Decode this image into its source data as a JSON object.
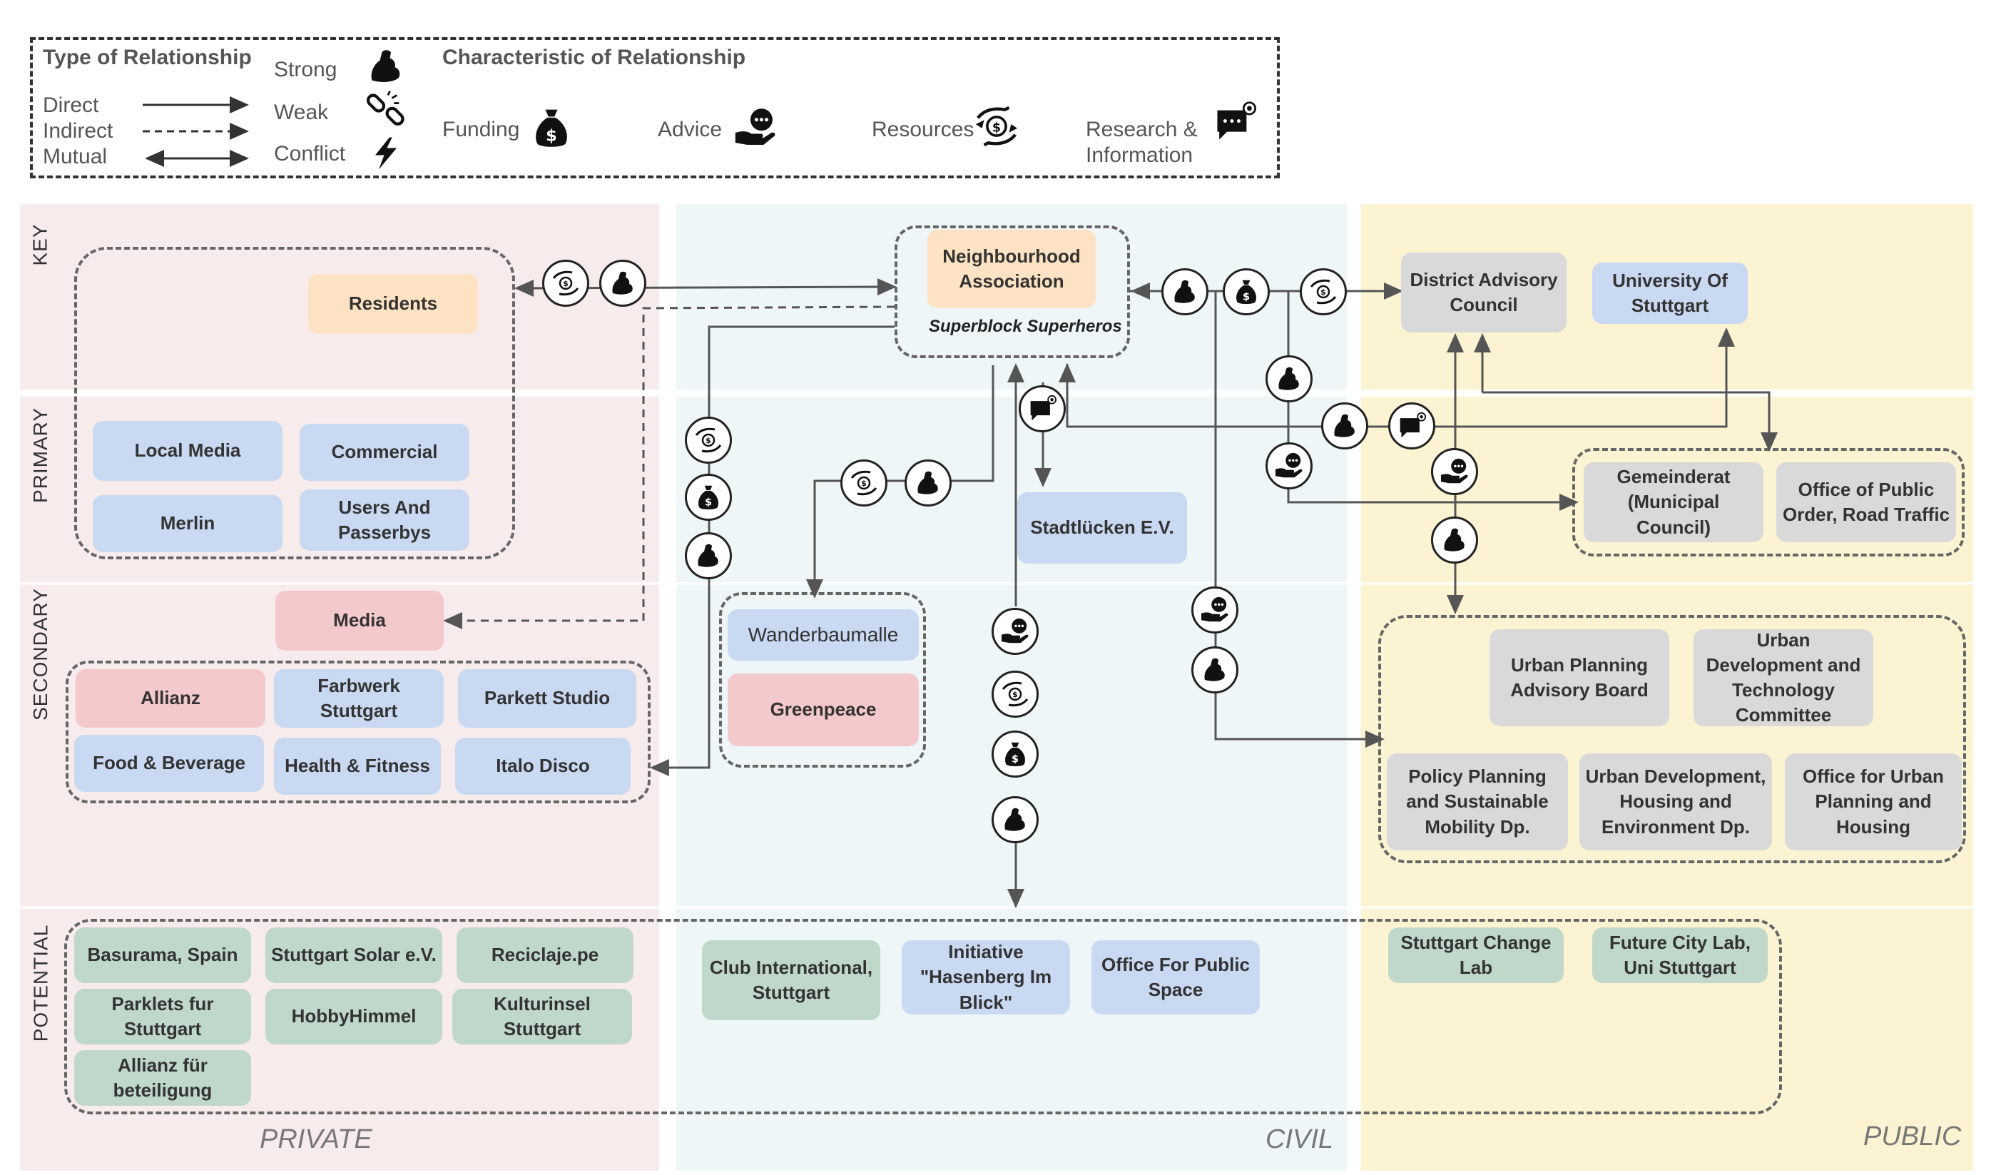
{
  "colors": {
    "private_bg": "#f8ebeb",
    "civil_bg": "#eef6f8",
    "public_bg": "#fcf3d3",
    "orange": "#fde3c3",
    "blue": "#c9d9f2",
    "pink": "#f4c9cc",
    "grey": "#d9d9d9",
    "green": "#bfd8c9"
  },
  "legend": {
    "type_title": "Type of Relationship",
    "direct": "Direct",
    "indirect": "Indirect",
    "mutual": "Mutual",
    "strong": "Strong",
    "weak": "Weak",
    "conflict": "Conflict",
    "char_title": "Characteristic of Relationship",
    "funding": "Funding",
    "advice": "Advice",
    "resources": "Resources",
    "research_line1": "Research &",
    "research_line2": "Information",
    "icons": [
      "strong-arm-icon",
      "weak-chain-icon",
      "conflict-bolt-icon",
      "money-bag-icon",
      "advice-hand-icon",
      "resources-hands-icon",
      "research-chat-icon"
    ]
  },
  "rows": {
    "key": "KEY",
    "primary": "PRIMARY",
    "secondary": "SECONDARY",
    "potential": "POTENTIAL"
  },
  "sectors": {
    "private": "PRIVATE",
    "civil": "CIVIL",
    "public": "PUBLIC"
  },
  "nodes": {
    "residents": "Residents",
    "local_media": "Local Media",
    "commercial": "Commercial",
    "merlin": "Merlin",
    "users_passerbys": "Users And Passerbys",
    "media": "Media",
    "allianz": "Allianz",
    "farbwerk": "Farbwerk Stuttgart",
    "parkett": "Parkett Studio",
    "food": "Food & Beverage",
    "health": "Health & Fitness",
    "italo": "Italo Disco",
    "neighbourhood": "Neighbourhood Association",
    "superblock": "Superblock Superheros",
    "stadtlucken": "Stadtlücken E.V.",
    "wanderbaumalle": "Wanderbaumalle",
    "greenpeace": "Greenpeace",
    "district": "District Advisory Council",
    "university": "University Of Stuttgart",
    "gemeinderat": "Gemeinderat (Municipal Council)",
    "office_order": "Office of Public Order, Road Traffic",
    "urban_advisory": "Urban Planning Advisory Board",
    "urban_dev_tech": "Urban Development and Technology Committee",
    "policy": "Policy Planning and Sustainable Mobility Dp.",
    "urban_housing_env": "Urban Development, Housing  and Environment Dp.",
    "office_urban": "Office for Urban Planning and Housing",
    "basurama": "Basurama, Spain",
    "solar": "Stuttgart Solar e.V.",
    "reciclaje": "Reciclaje.pe",
    "parklets": "Parklets fur Stuttgart",
    "hobbyhimmel": "HobbyHimmel",
    "kulturinsel": "Kulturinsel Stuttgart",
    "allianz_beteiligung": "Allianz für beteiligung",
    "club": "Club International, Stuttgart",
    "initiative": "Initiative \"Hasenberg Im Blick\"",
    "office_public_space": "Office For Public Space",
    "change_lab": "Stuttgart Change Lab",
    "future_lab": "Future City Lab, Uni Stuttgart"
  }
}
